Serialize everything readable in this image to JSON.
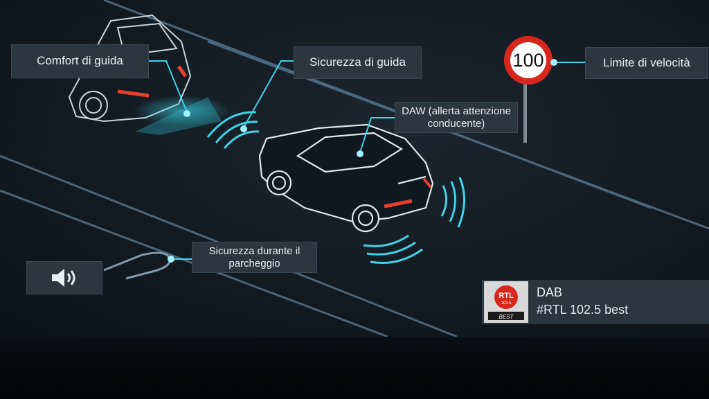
{
  "features": {
    "comfort": "Comfort di guida",
    "safety": "Sicurezza di guida",
    "speed_limit_label": "Limite di velocità",
    "daw": "DAW (allerta attenzione conducente)",
    "parking": "Sicurezza durante il parcheggio"
  },
  "speed_sign": {
    "value": "100"
  },
  "audio": {
    "icon": "speaker-icon"
  },
  "radio": {
    "source": "DAB",
    "station": "#RTL 102.5 best",
    "logo_text": "RTL",
    "logo_sub": "102.5",
    "logo_banner": "BEST"
  },
  "colors": {
    "accent": "#3fd3e6",
    "tail_light": "#e8402f",
    "label_bg": "#2b3640",
    "sign_red": "#d8261d"
  }
}
